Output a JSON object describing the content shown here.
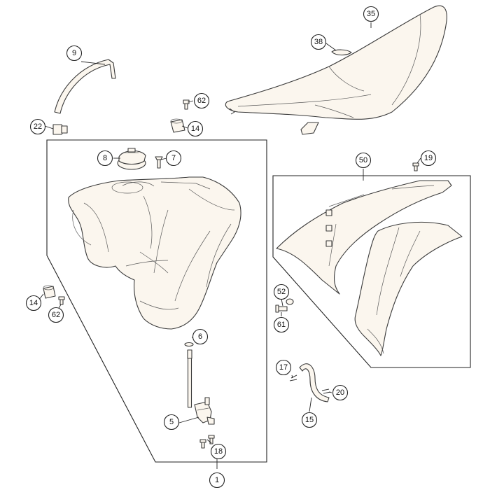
{
  "callouts": {
    "p1": "1",
    "p5": "5",
    "p6": "6",
    "p7": "7",
    "p8": "8",
    "p9": "9",
    "p14a": "14",
    "p14b": "14",
    "p15": "15",
    "p17": "17",
    "p18": "18",
    "p19": "19",
    "p20": "20",
    "p22": "22",
    "p35": "35",
    "p38": "38",
    "p50": "50",
    "p52": "52",
    "p61": "61",
    "p62a": "62",
    "p62b": "62"
  },
  "colors": {
    "outline": "#3a3a3a",
    "part_fill": "#fbf6ee",
    "background": "#ffffff"
  }
}
